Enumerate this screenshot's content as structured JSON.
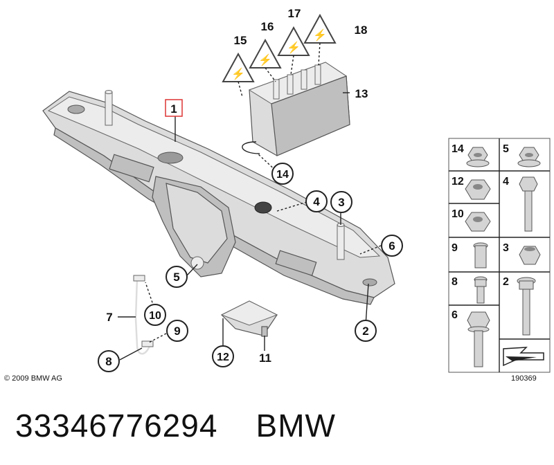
{
  "callouts": {
    "c1": "1",
    "c2": "2",
    "c3": "3",
    "c4": "4",
    "c5": "5",
    "c6": "6",
    "c7": "7",
    "c8": "8",
    "c9": "9",
    "c10": "10",
    "c11": "11",
    "c12": "12",
    "c13": "13",
    "c14": "14",
    "c15": "15",
    "c16": "16",
    "c17": "17",
    "c18": "18"
  },
  "hardware_table": [
    {
      "label": "14",
      "icon": "flange-nut-icon"
    },
    {
      "label": "5",
      "icon": "flange-nut-icon"
    },
    {
      "label": "12",
      "icon": "hex-nut-icon"
    },
    {
      "label": "4",
      "icon": "long-bolt-icon"
    },
    {
      "label": "10",
      "icon": "hex-nut-icon"
    },
    {
      "label": "9",
      "icon": "stud-bolt-icon"
    },
    {
      "label": "3",
      "icon": "self-locking-nut-icon"
    },
    {
      "label": "8",
      "icon": "short-bolt-icon"
    },
    {
      "label": "2",
      "icon": "torx-bolt-icon"
    },
    {
      "label": "6",
      "icon": "hex-bolt-icon"
    }
  ],
  "copyright": "© 2009 BMW AG",
  "diagram_ref": "190369",
  "part_number": "33346776294    BMW"
}
